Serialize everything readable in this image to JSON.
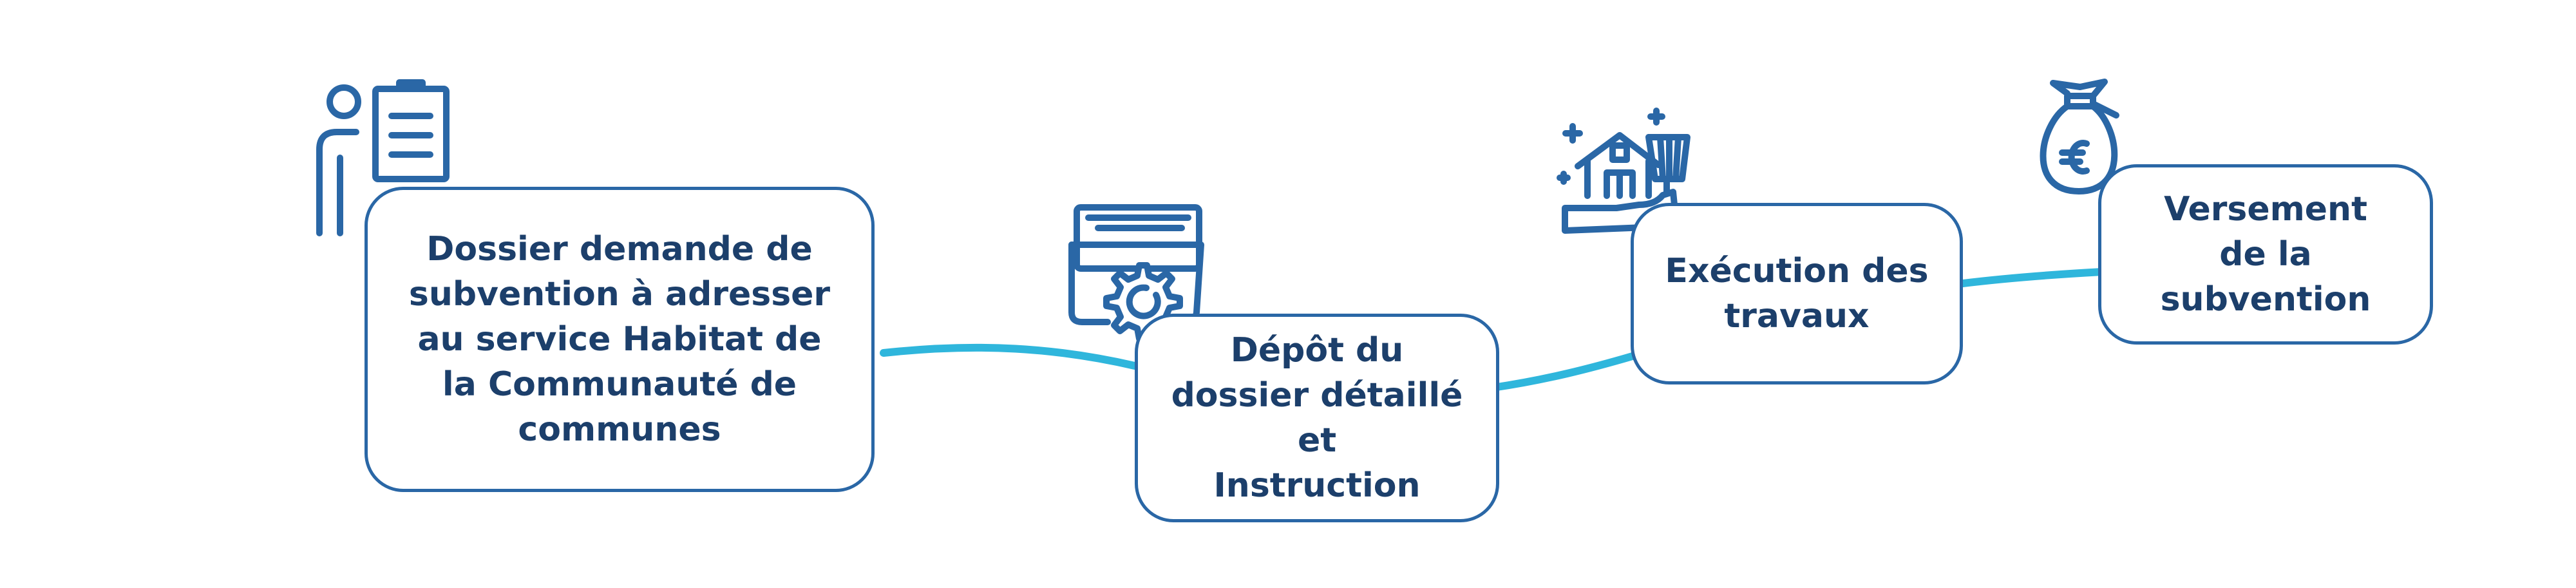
{
  "steps": [
    {
      "label": "Dossier demande de\nsubvention à adresser\nau service Habitat de\nla Communauté de\ncommunes",
      "icon": "person-clipboard-icon"
    },
    {
      "label": "Dépôt du\ndossier détaillé\net\nInstruction",
      "icon": "folder-gear-icon"
    },
    {
      "label": "Exécution des\ntravaux",
      "icon": "house-cleaning-icon"
    },
    {
      "label": "Versement\nde la\nsubvention",
      "icon": "euro-money-bag-icon"
    }
  ],
  "colors": {
    "box_border": "#2a67a6",
    "text": "#1c3f6b",
    "connector": "#2fb6dc"
  }
}
